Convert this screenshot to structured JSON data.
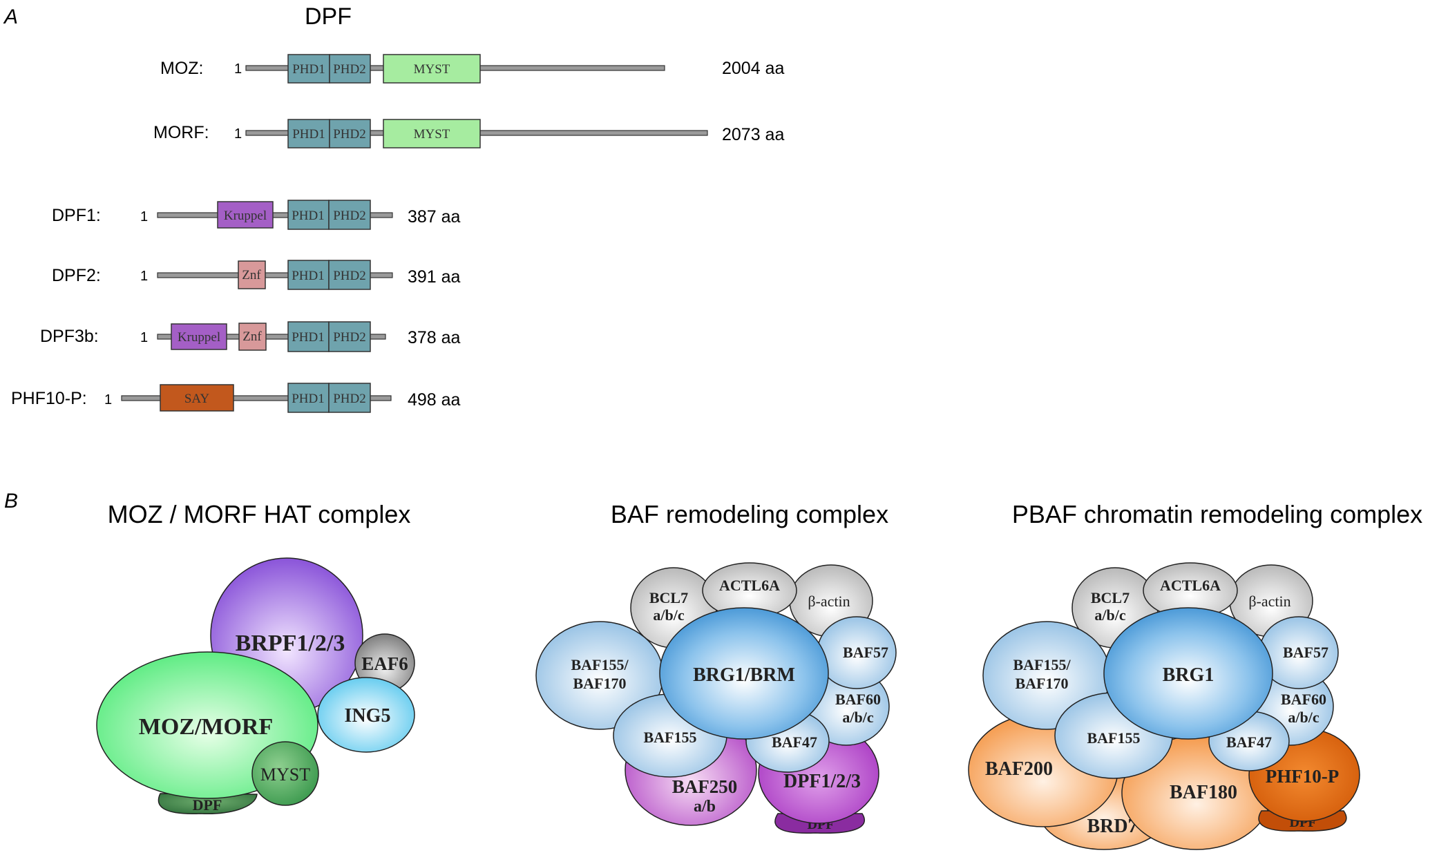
{
  "panel_a": {
    "letter": "A",
    "title": "DPF",
    "proteins": [
      {
        "name": "MOZ:",
        "start": "1",
        "length": "2004 aa",
        "domains": [
          "PHD1",
          "PHD2",
          "MYST"
        ]
      },
      {
        "name": "MORF:",
        "start": "1",
        "length": "2073 aa",
        "domains": [
          "PHD1",
          "PHD2",
          "MYST"
        ]
      },
      {
        "name": "DPF1:",
        "start": "1",
        "length": "387 aa",
        "domains": [
          "Kruppel",
          "PHD1",
          "PHD2"
        ]
      },
      {
        "name": "DPF2:",
        "start": "1",
        "length": "391 aa",
        "domains": [
          "Znf",
          "PHD1",
          "PHD2"
        ]
      },
      {
        "name": "DPF3b:",
        "start": "1",
        "length": "378 aa",
        "domains": [
          "Kruppel",
          "Znf",
          "PHD1",
          "PHD2"
        ]
      },
      {
        "name": "PHF10-P:",
        "start": "1",
        "length": "498 aa",
        "domains": [
          "SAY",
          "PHD1",
          "PHD2"
        ]
      }
    ]
  },
  "panel_b": {
    "letter": "B",
    "complexes": [
      {
        "title": "MOZ / MORF HAT complex",
        "subunits": [
          "BRPF1/2/3",
          "EAF6",
          "ING5",
          "MOZ/MORF",
          "MYST",
          "DPF"
        ]
      },
      {
        "title": "BAF remodeling complex",
        "subunits": [
          "BCL7",
          "a/b/c",
          "ACTL6A",
          "β-actin",
          "BAF155/",
          "BAF170",
          "BRG1/BRM",
          "BAF57",
          "BAF60",
          "a/b/c",
          "BAF155",
          "BAF47",
          "BAF250",
          "a/b",
          "DPF1/2/3",
          "DPF"
        ]
      },
      {
        "title": "PBAF chromatin remodeling complex",
        "subunits": [
          "BCL7",
          "a/b/c",
          "ACTL6A",
          "β-actin",
          "BAF155/",
          "BAF170",
          "BRG1",
          "BAF57",
          "BAF60",
          "a/b/c",
          "BAF155",
          "BAF47",
          "BAF200",
          "BAF180",
          "PHF10-P",
          "BRD7",
          "DPF"
        ]
      }
    ]
  },
  "colors": {
    "phd": "#6fa3ad",
    "myst": "#a6eca0",
    "kruppel": "#a45fc6",
    "znf": "#d8999a",
    "say": "#c2581d",
    "backbone": "#9a9a9a"
  }
}
